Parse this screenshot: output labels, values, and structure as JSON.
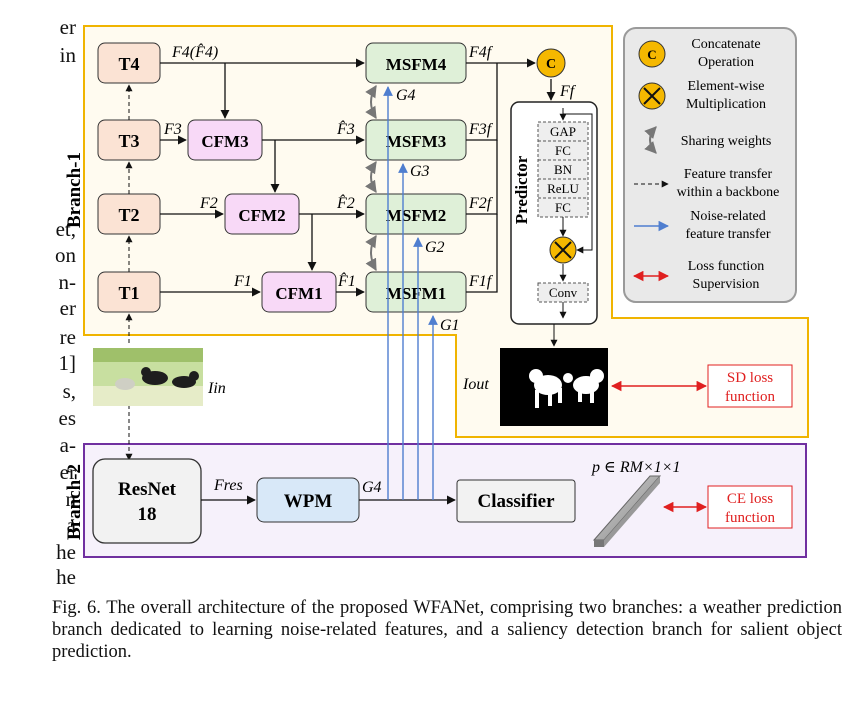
{
  "margin_text": [
    "er",
    "in",
    "et,",
    "on",
    "n-",
    "er",
    "re",
    "1]",
    "s,",
    "es",
    "a-",
    "er",
    "n",
    "a",
    "he",
    "he"
  ],
  "diagram": {
    "branch1_label": "Branch-1",
    "branch2_label": "Branch-2",
    "backbone_blocks": [
      "T4",
      "T3",
      "T2",
      "T1"
    ],
    "cfm_blocks": [
      "CFM3",
      "CFM2",
      "CFM1"
    ],
    "msfm_blocks": [
      "MSFM4",
      "MSFM3",
      "MSFM2",
      "MSFM1"
    ],
    "features": {
      "f4": "F4(F̂4)",
      "f3": "F3",
      "f2": "F2",
      "f1": "F1",
      "fh3": "F̂3",
      "fh2": "F̂2",
      "fh1": "F̂1",
      "ff4": "F4f",
      "ff3": "F3f",
      "ff2": "F2f",
      "ff1": "F1f",
      "g4a": "G4",
      "g3": "G3",
      "g2": "G2",
      "g1": "G1",
      "ff": "Ff",
      "in": "Iin",
      "out": "Iout",
      "res": "Fres",
      "g4b": "G4",
      "p": "p ∈ RM×1×1"
    },
    "concat_symbol": "C",
    "predictor_label": "Predictor",
    "predictor_layers": [
      "GAP",
      "FC",
      "BN",
      "ReLU",
      "FC"
    ],
    "conv_label": "Conv",
    "resnet_label": [
      "ResNet",
      "18"
    ],
    "wpm_label": "WPM",
    "classifier_label": "Classifier",
    "sd_loss": [
      "SD loss",
      "function"
    ],
    "ce_loss": [
      "CE loss",
      "function"
    ],
    "legend": [
      {
        "icon": "concat-icon",
        "text": [
          "Concatenate",
          "Operation"
        ]
      },
      {
        "icon": "multiply-icon",
        "text": [
          "Element-wise",
          "Multiplication"
        ]
      },
      {
        "icon": "sharing-weights-icon",
        "text": [
          "Sharing weights"
        ]
      },
      {
        "icon": "dashed-arrow-icon",
        "text": [
          "Feature transfer",
          "within a backbone"
        ]
      },
      {
        "icon": "blue-arrow-icon",
        "text": [
          "Noise-related",
          "feature transfer"
        ]
      },
      {
        "icon": "red-double-arrow-icon",
        "text": [
          "Loss function",
          "Supervision"
        ]
      }
    ],
    "colors": {
      "branch1_border": "#f0b400",
      "branch2_border": "#7030a0",
      "t_fill": "#fbe3d4",
      "cfm_fill": "#f8d9f7",
      "msfm_fill": "#dff0d8",
      "wpm_fill": "#d8e8f8",
      "concat_fill": "#f5b800",
      "noise_arrow": "#4f7ecf",
      "loss_red": "#e02020"
    }
  },
  "caption": "Fig. 6.  The overall architecture of the proposed WFANet, comprising two branches: a weather prediction branch dedicated to learning noise-related features, and a saliency detection branch for salient object prediction."
}
